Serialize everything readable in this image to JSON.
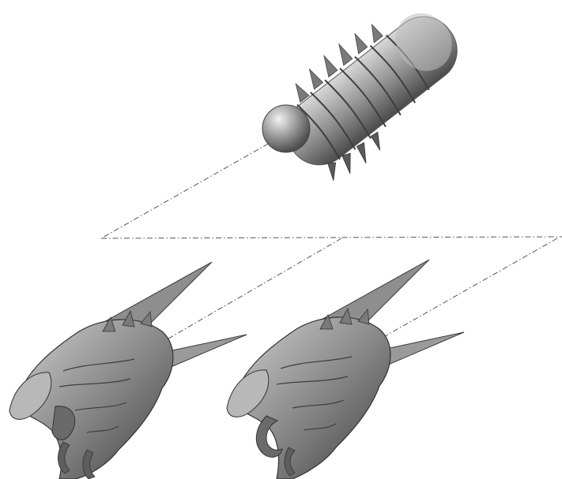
{
  "figure": {
    "components": [
      {
        "name": "capsule-proxy-model",
        "description_visible": false
      },
      {
        "name": "creature-model-closed-jaw"
      },
      {
        "name": "creature-model-open-jaw"
      }
    ],
    "connector_style": "dash-dot",
    "colors": {
      "background": "#ffffff",
      "model_fill": "#9a9a9a",
      "model_shadow": "#5e5e5e",
      "model_highlight": "#e4e4e4",
      "connector": "#555555"
    }
  }
}
